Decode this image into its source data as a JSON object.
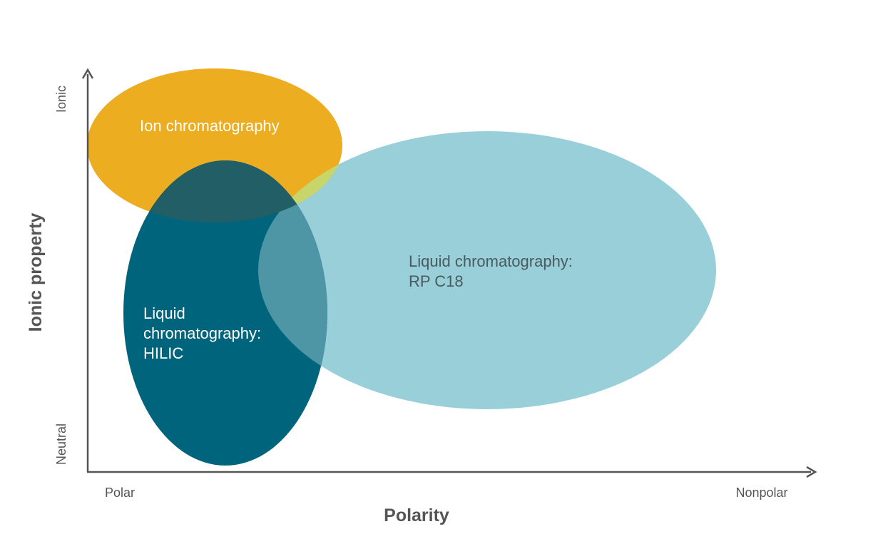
{
  "diagram": {
    "axes": {
      "x": {
        "title": "Polarity",
        "start_label": "Polar",
        "end_label": "Nonpolar"
      },
      "y": {
        "title": "Ionic property",
        "start_label": "Neutral",
        "end_label": "Ionic"
      }
    },
    "regions": [
      {
        "id": "ion",
        "lines": [
          "Ion chromatography"
        ],
        "color": "#ECAD21"
      },
      {
        "id": "hilic",
        "lines": [
          "Liquid",
          "chromatography:",
          "HILIC"
        ],
        "color": "#00657C"
      },
      {
        "id": "rp",
        "lines": [
          "Liquid chromatography:",
          "RP C18"
        ],
        "color": "#98CFD9"
      }
    ],
    "overlap_colors": {
      "ion_hilic": "#225E65",
      "ion_rp": "#C7D569",
      "hilic_rp": "#4E95A6"
    }
  }
}
